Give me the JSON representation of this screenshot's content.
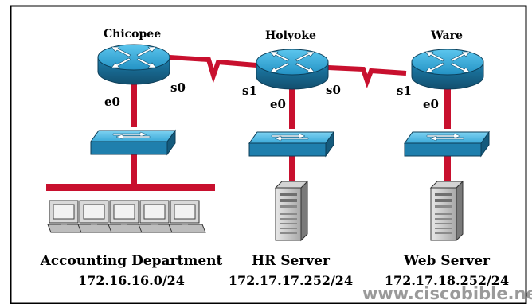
{
  "colors": {
    "link": "#c8102e",
    "router_top": "#2aa4d6",
    "router_side": "#1a6d96",
    "switch_top": "#4bb8e0",
    "switch_side": "#1f80ad",
    "frame": "#000000"
  },
  "routers": [
    {
      "name": "Chicopee",
      "icon": "router-icon"
    },
    {
      "name": "Holyoke",
      "icon": "router-icon"
    },
    {
      "name": "Ware",
      "icon": "router-icon"
    }
  ],
  "ports": {
    "chicopee_e0": "e0",
    "chicopee_s0": "s0",
    "holyoke_s1": "s1",
    "holyoke_e0": "e0",
    "holyoke_s0": "s0",
    "ware_s1": "s1",
    "ware_e0": "e0"
  },
  "endpoints": [
    {
      "name": "Accounting Department",
      "address": "172.16.16.0/24",
      "icon": "workstations-icon"
    },
    {
      "name": "HR Server",
      "address": "172.17.17.252/24",
      "icon": "server-icon"
    },
    {
      "name": "Web Server",
      "address": "172.17.18.252/24",
      "icon": "server-icon"
    }
  ],
  "watermark": "www.ciscobible.net"
}
